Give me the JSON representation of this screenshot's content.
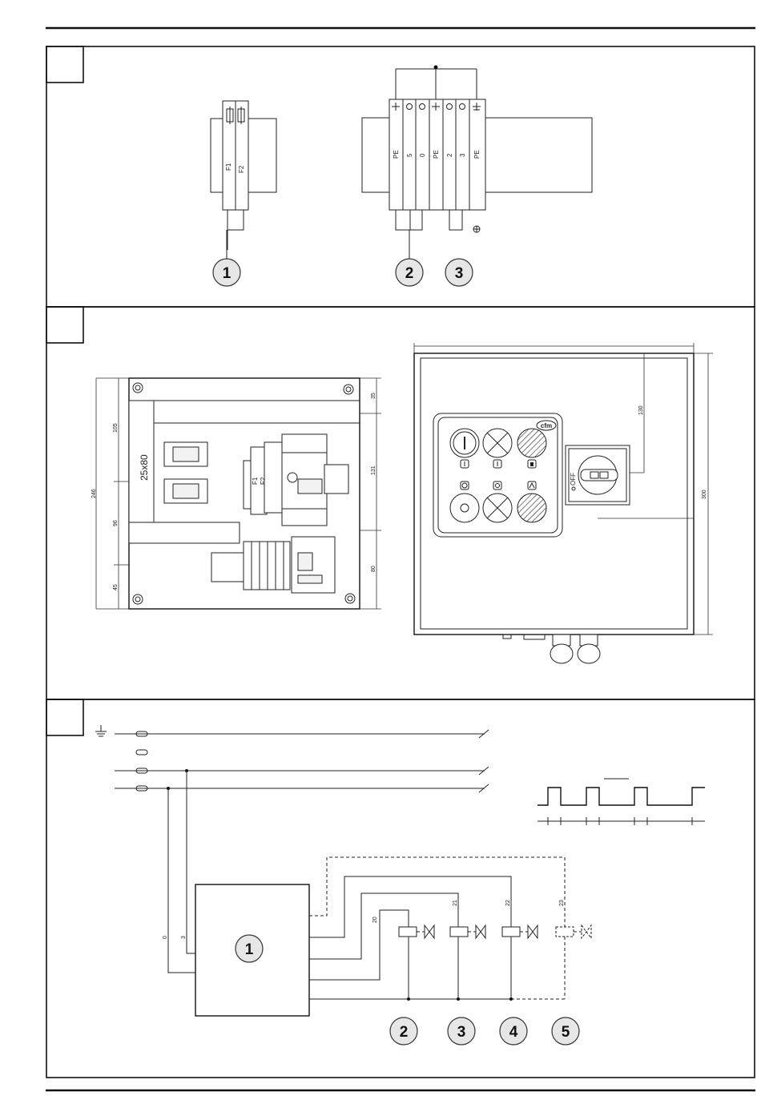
{
  "terminal_block": {
    "fuse_labels": [
      "F1",
      "F2"
    ],
    "terminal_labels": [
      "PE",
      "5",
      "0",
      "PE",
      "2",
      "3",
      "PE"
    ],
    "callouts": [
      "1",
      "2",
      "3"
    ]
  },
  "panel_layout": {
    "cable_duct": "25x80",
    "height_total": "246",
    "height_segments": [
      "105",
      "96",
      "45"
    ],
    "right_segments": [
      "35",
      "131",
      "80"
    ],
    "component_labels": [
      "F1",
      "F2"
    ]
  },
  "enclosure": {
    "brand": "cfm",
    "switch_label": "OFF",
    "dim_130": "130",
    "dim_300": "300"
  },
  "wiring": {
    "wire_numbers": [
      "0",
      "3",
      "20",
      "21",
      "22",
      "23"
    ],
    "controller_callout": "1",
    "valve_callouts": [
      "2",
      "3",
      "4",
      "5"
    ]
  }
}
